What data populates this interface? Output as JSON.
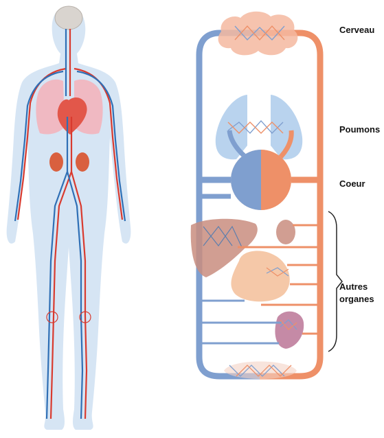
{
  "labels": {
    "brain": "Cerveau",
    "lungs": "Poumons",
    "heart": "Coeur",
    "other_organs_line1": "Autres",
    "other_organs_line2": "organes"
  },
  "colors": {
    "artery": "#d93a2e",
    "vein": "#2f6fb5",
    "oxygenated": "#ee9068",
    "deoxygenated": "#7f9fcf",
    "body_silhouette": "#cfe0f2",
    "lung_fill": "#b9d3ee",
    "liver_fill": "#c98d7f",
    "kidney_fill": "#c58aa6",
    "stomach_fill": "#f5c8a8",
    "brain_fill": "#f5b8a0"
  },
  "icons": [
    "human-body-illustration",
    "brain-icon",
    "lungs-icon",
    "heart-icon",
    "liver-icon",
    "kidney-icon",
    "stomach-icon",
    "capillary-network-icon"
  ]
}
